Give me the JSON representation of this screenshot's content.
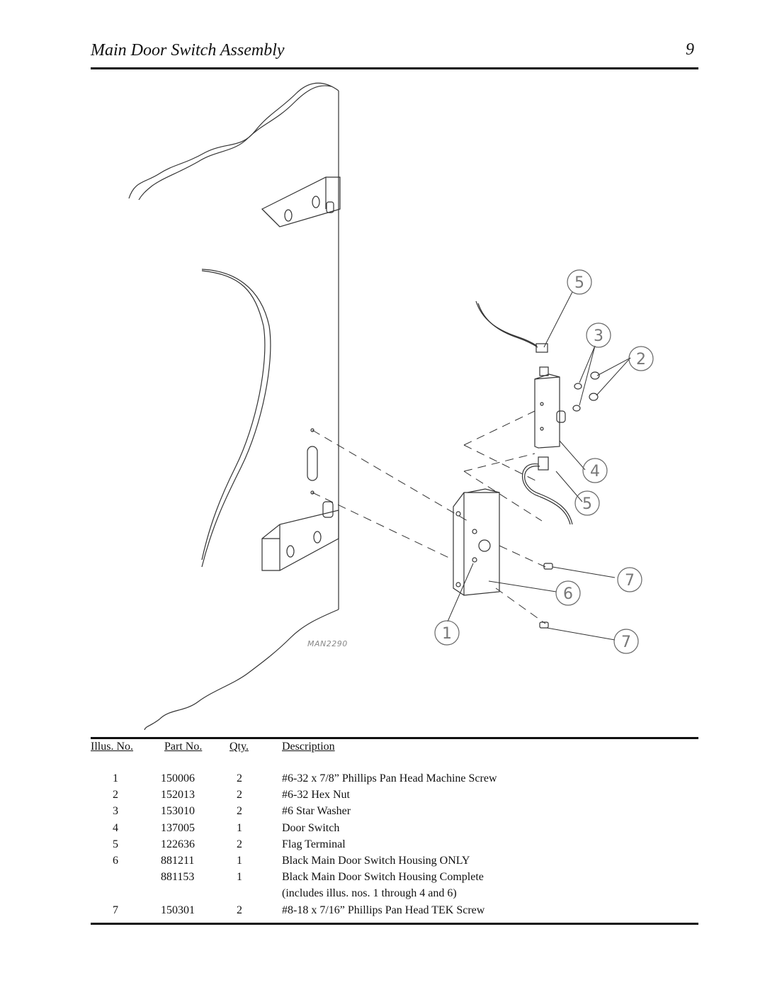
{
  "header": {
    "title": "Main Door Switch Assembly",
    "page_number": "9"
  },
  "diagram": {
    "drawing_code": "MAN2290",
    "callouts": [
      "5",
      "3",
      "2",
      "4",
      "5",
      "7",
      "6",
      "1",
      "7"
    ]
  },
  "table": {
    "headers": {
      "illus": "Illus. No.",
      "part": "Part No.",
      "qty": "Qty.",
      "description": "Description"
    },
    "rows": [
      {
        "illus": "1",
        "part": "150006",
        "qty": "2",
        "description": "#6-32 x 7/8” Phillips Pan Head Machine Screw"
      },
      {
        "illus": "2",
        "part": "152013",
        "qty": "2",
        "description": "#6-32 Hex Nut"
      },
      {
        "illus": "3",
        "part": "153010",
        "qty": "2",
        "description": "#6 Star Washer"
      },
      {
        "illus": "4",
        "part": "137005",
        "qty": "1",
        "description": "Door Switch"
      },
      {
        "illus": "5",
        "part": "122636",
        "qty": "2",
        "description": "Flag Terminal"
      },
      {
        "illus": "6",
        "part": "881211",
        "qty": "1",
        "description": "Black Main Door Switch Housing ONLY"
      },
      {
        "illus": "",
        "part": "881153",
        "qty": "1",
        "description": "Black Main Door Switch Housing Complete"
      },
      {
        "illus": "",
        "part": "",
        "qty": "",
        "description": "(includes illus. nos. 1 through 4 and 6)"
      },
      {
        "illus": "7",
        "part": "150301",
        "qty": "2",
        "description": "#8-18 x 7/16” Phillips Pan Head TEK Screw"
      }
    ]
  }
}
